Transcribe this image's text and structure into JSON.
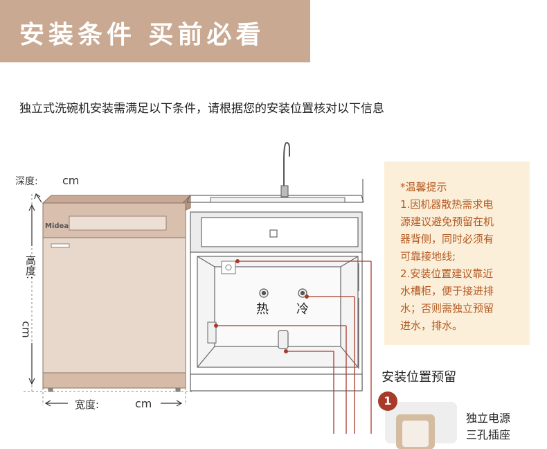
{
  "header": {
    "title": "安装条件  买前必看"
  },
  "intro": "独立式洗碗机安装需满足以下条件，请根据您的安装位置核对以下信息",
  "dimensions": {
    "depth_label": "深度:",
    "depth_unit": "cm",
    "height_label": "高度:",
    "height_unit": "cm",
    "width_label": "宽度:",
    "width_unit": "cm"
  },
  "dishwasher": {
    "brand": "Midea"
  },
  "cabinet": {
    "hot_label": "热",
    "cold_label": "冷"
  },
  "tips": {
    "lines": [
      "*温馨提示",
      "1.因机器散热需求电",
      "源建议避免预留在机",
      "器背侧，同时必须有",
      "可靠接地线;",
      "2.安装位置建议靠近",
      "水槽柜，便于接进排",
      "水；否则需独立预留",
      "进水，排水。"
    ]
  },
  "reserve": {
    "title": "安装位置预留",
    "item_number": "1",
    "item_label_1": "独立电源",
    "item_label_2": "三孔插座"
  },
  "colors": {
    "banner": "#c9a991",
    "accent_red": "#a83a2a",
    "tip_bg": "#fcefd9",
    "tip_text": "#b45a22"
  }
}
